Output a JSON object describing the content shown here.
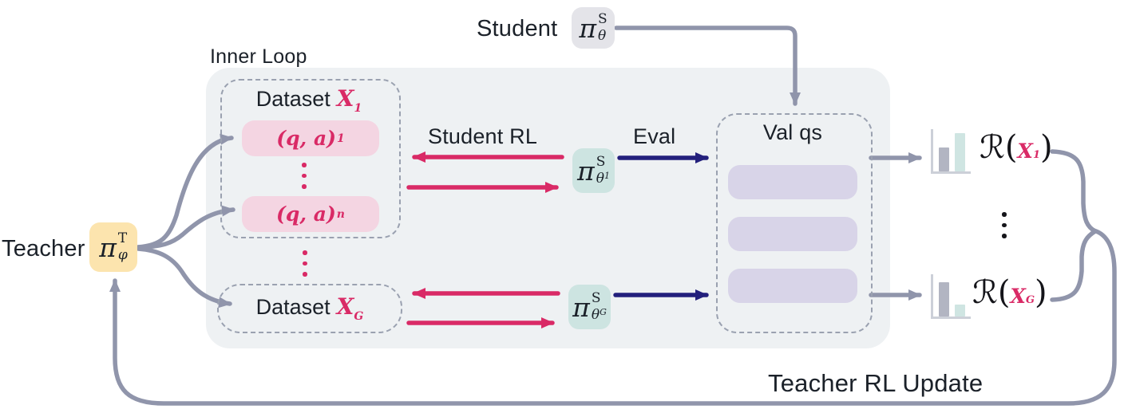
{
  "colors": {
    "canvas_bg": "#ffffff",
    "inner_bg": "#eef1f3",
    "wire_gray": "#9095ab",
    "dash_gray": "#9aa1b0",
    "crimson": "#d92a66",
    "navy": "#23207c",
    "pink_pill": "#f4d5e2",
    "lavender_pill": "#d8d4e8",
    "teal_node": "#cde4e1",
    "yellow_node": "#fce4ae",
    "gray_node": "#e4e4e9",
    "bar_gray": "#b2b5c2",
    "bar_teal": "#cfe5e2",
    "axis_gray": "#ccd0d8",
    "ink": "#1b2129"
  },
  "labels": {
    "student": "Student",
    "teacher": "Teacher",
    "inner_loop": "Inner Loop",
    "student_rl": "Student RL",
    "eval": "Eval",
    "val_qs": "Val qs",
    "teacher_rl_update": "Teacher RL Update"
  },
  "nodes": {
    "student_policy": {
      "symbol": "π",
      "sup": "S",
      "sub": "θ",
      "sub_exp": ""
    },
    "teacher_policy": {
      "symbol": "π",
      "sup": "T",
      "sub": "φ",
      "sub_exp": ""
    },
    "student_policy_1": {
      "symbol": "π",
      "sup": "S",
      "sub": "θ",
      "sub_exp": "1"
    },
    "student_policy_G": {
      "symbol": "π",
      "sup": "S",
      "sub": "θ",
      "sub_exp": "G"
    }
  },
  "datasets": {
    "d1": {
      "prefix": "Dataset",
      "symbol": "X",
      "sub": "1"
    },
    "dG": {
      "prefix": "Dataset",
      "symbol": "X",
      "sub": "G"
    }
  },
  "pills": {
    "qa_1": {
      "text": "(q, a)",
      "sub": "1"
    },
    "qa_n": {
      "text": "(q, a)",
      "sub": "n"
    }
  },
  "rewards": {
    "r1": {
      "prefix": "ℛ(",
      "symbol": "X",
      "sub": "1",
      "close": ")"
    },
    "rG": {
      "prefix": "ℛ(",
      "symbol": "X",
      "sub": "G",
      "close": ")"
    }
  },
  "icons": {
    "vertical_ellipsis": "⋮",
    "reward_chart_1": "bar-chart-icon (low gray bar, tall teal bar)",
    "reward_chart_2": "bar-chart-icon (tall gray bar, low teal bar)"
  }
}
